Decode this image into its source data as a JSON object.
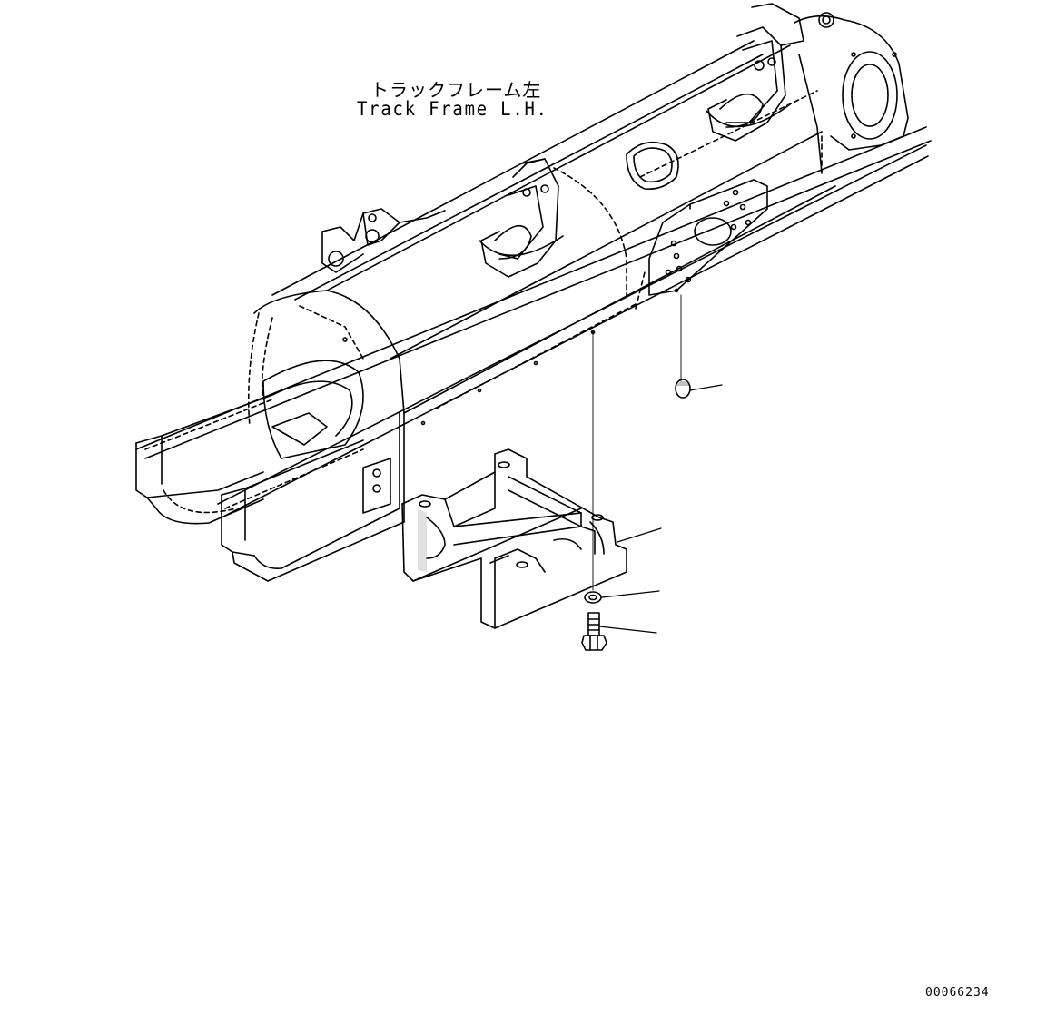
{
  "labels": {
    "frame_name_jp": "トラックフレーム左",
    "frame_name_en": "Track Frame L.H.",
    "drawing_number": "00066234"
  },
  "colors": {
    "line": "#000000",
    "background": "#ffffff"
  }
}
